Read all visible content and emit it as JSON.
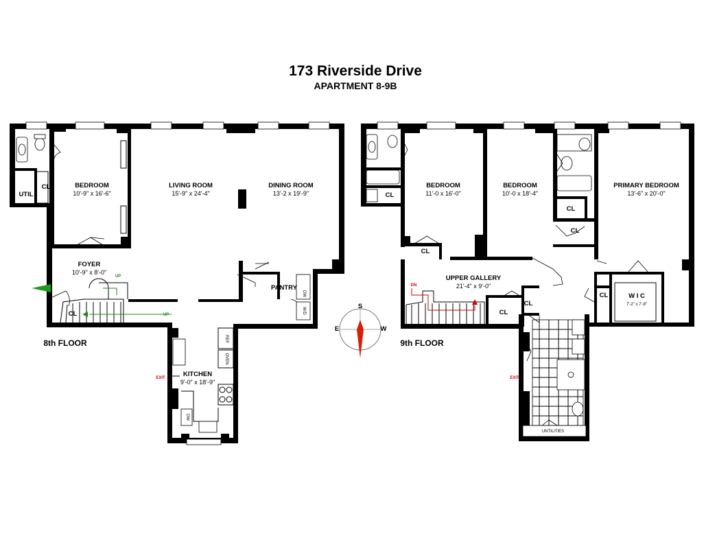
{
  "header": {
    "address": "173 Riverside Drive",
    "unit": "APARTMENT 8-9B"
  },
  "floors": {
    "lower": "8th FLOOR",
    "upper": "9th FLOOR"
  },
  "rooms_8": {
    "bedroom": {
      "name": "BEDROOM",
      "dims": "10'-9\" x 16'-6\""
    },
    "living": {
      "name": "LIVING ROOM",
      "dims": "15'-9\" x 24'-4\""
    },
    "dining": {
      "name": "DINING ROOM",
      "dims": "13'-2 x 19'-9\""
    },
    "foyer": {
      "name": "FOYER",
      "dims": "10'-9\" x 8'-0\""
    },
    "pantry": {
      "name": "PANTRY"
    },
    "kitchen": {
      "name": "KITCHEN",
      "dims": "9'-0\" x 18'-9\""
    },
    "util": "UTIL",
    "closet": "CL",
    "closet_foyer": "CL"
  },
  "rooms_9": {
    "bedroom_a": {
      "name": "BEDROOM",
      "dims": "11'-0 x 16'-0\""
    },
    "bedroom_b": {
      "name": "BEDROOM",
      "dims": "10'-0 x 18'-4\""
    },
    "primary": {
      "name": "PRIMARY BEDROOM",
      "dims": "13'-6\" x 20'-0\""
    },
    "gallery": {
      "name": "UPPER GALLERY",
      "dims": "21'-4\" x 9'-0\""
    },
    "wic": {
      "name": "W I C",
      "dims": "7'-2\" x 7'-8\""
    },
    "utilities": "UNTILITIES",
    "closets": [
      "CL",
      "CL",
      "CL",
      "CL",
      "CL",
      "CL",
      "CL"
    ]
  },
  "annotations": {
    "up_1": "UP",
    "up_2": "UP",
    "dn": "DN",
    "exit_8": "EXIT",
    "exit_9": "EXIT"
  },
  "appliances": {
    "ref": "REF",
    "oven": "OVEN",
    "dw_kitchen": "DW",
    "wd": "W/D",
    "dw_pantry": "DW"
  },
  "compass": {
    "north": "S",
    "east": "E",
    "west": "W"
  },
  "colors": {
    "entry_arrow": "#1f9a1f",
    "compass_needle": "#d81e05",
    "exit_text": "#d40000",
    "stair_arrow_9": "#d40000"
  }
}
